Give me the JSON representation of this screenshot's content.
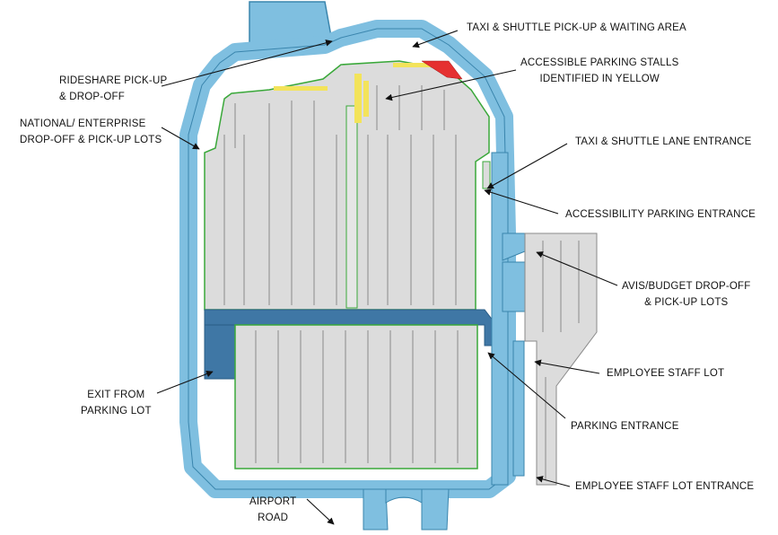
{
  "colors": {
    "road": "#7fbfe0",
    "road_edge": "#3a85ad",
    "lot": "#dcdcdc",
    "lot_border": "#3aa83a",
    "stall_line": "#8a8a8a",
    "accessible": "#f3e35a",
    "taxi_zone": "#e53030",
    "exit_area": "#3f77a5",
    "pointer": "#111111"
  },
  "labels": {
    "taxi_shuttle_pickup": "TAXI & SHUTTLE PICK-UP & WAITING AREA",
    "accessible_parking": {
      "line1": "ACCESSIBLE PARKING STALLS",
      "line2": "IDENTIFIED IN YELLOW"
    },
    "rideshare": {
      "line1": "RIDESHARE PICK-UP",
      "line2": "& DROP-OFF"
    },
    "national_enterprise": {
      "line1": "NATIONAL/ ENTERPRISE",
      "line2": "DROP-OFF & PICK-UP LOTS"
    },
    "taxi_lane_entrance": "TAXI & SHUTTLE LANE ENTRANCE",
    "accessibility_entrance": "ACCESSIBILITY PARKING ENTRANCE",
    "avis_budget": {
      "line1": "AVIS/BUDGET DROP-OFF",
      "line2": "& PICK-UP LOTS"
    },
    "employee_staff_lot": "EMPLOYEE STAFF LOT",
    "exit": {
      "line1": "EXIT FROM",
      "line2": "PARKING LOT"
    },
    "parking_entrance": "PARKING ENTRANCE",
    "employee_lot_entrance": "EMPLOYEE STAFF LOT ENTRANCE",
    "airport_road": {
      "line1": "AIRPORT",
      "line2": "ROAD"
    }
  }
}
